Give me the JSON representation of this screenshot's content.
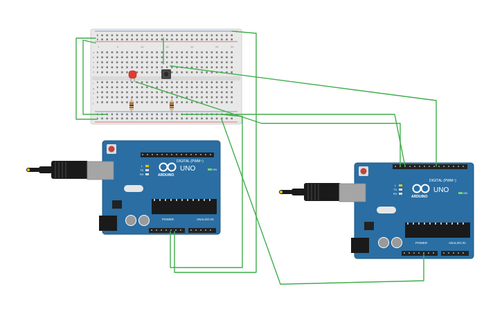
{
  "colors": {
    "wire": "#3fae49",
    "board": "#2a6ea3",
    "board_dark": "#1e5884",
    "header": "#222222",
    "breadboard": "#e8e8e8",
    "breadboard_edge": "#cfcfcf",
    "rail_red": "#d9534f",
    "rail_blue": "#5b7fc2",
    "led": "#e23a2e",
    "reset": "#c4423a",
    "usb": "#a5a5a5",
    "cable": "#1a1a1a",
    "plug": "#f2c400"
  },
  "arduino_left": {
    "brand": "ARDUINO",
    "model": "UNO",
    "digital_label": "DIGITAL (PWM~)",
    "power_label": "POWER",
    "analog_label": "ANALOG IN",
    "tx_label": "TX",
    "rx_label": "RX",
    "l_label": "L",
    "on_label": "ON"
  },
  "arduino_right": {
    "brand": "ARDUINO",
    "model": "UNO",
    "digital_label": "DIGITAL (PWM~)",
    "power_label": "POWER",
    "analog_label": "ANALOG IN",
    "tx_label": "TX",
    "rx_label": "RX",
    "l_label": "L",
    "on_label": "ON"
  },
  "breadboard": {
    "col_numbers": [
      "1",
      "5",
      "10",
      "15",
      "20",
      "25",
      "30"
    ],
    "row_letters_top": [
      "a",
      "b",
      "c",
      "d",
      "e"
    ],
    "row_letters_bottom": [
      "f",
      "g",
      "h",
      "i",
      "j"
    ]
  },
  "components": {
    "led": "red-led",
    "resistors": [
      "resistor-1",
      "resistor-2"
    ],
    "button": "pushbutton"
  }
}
